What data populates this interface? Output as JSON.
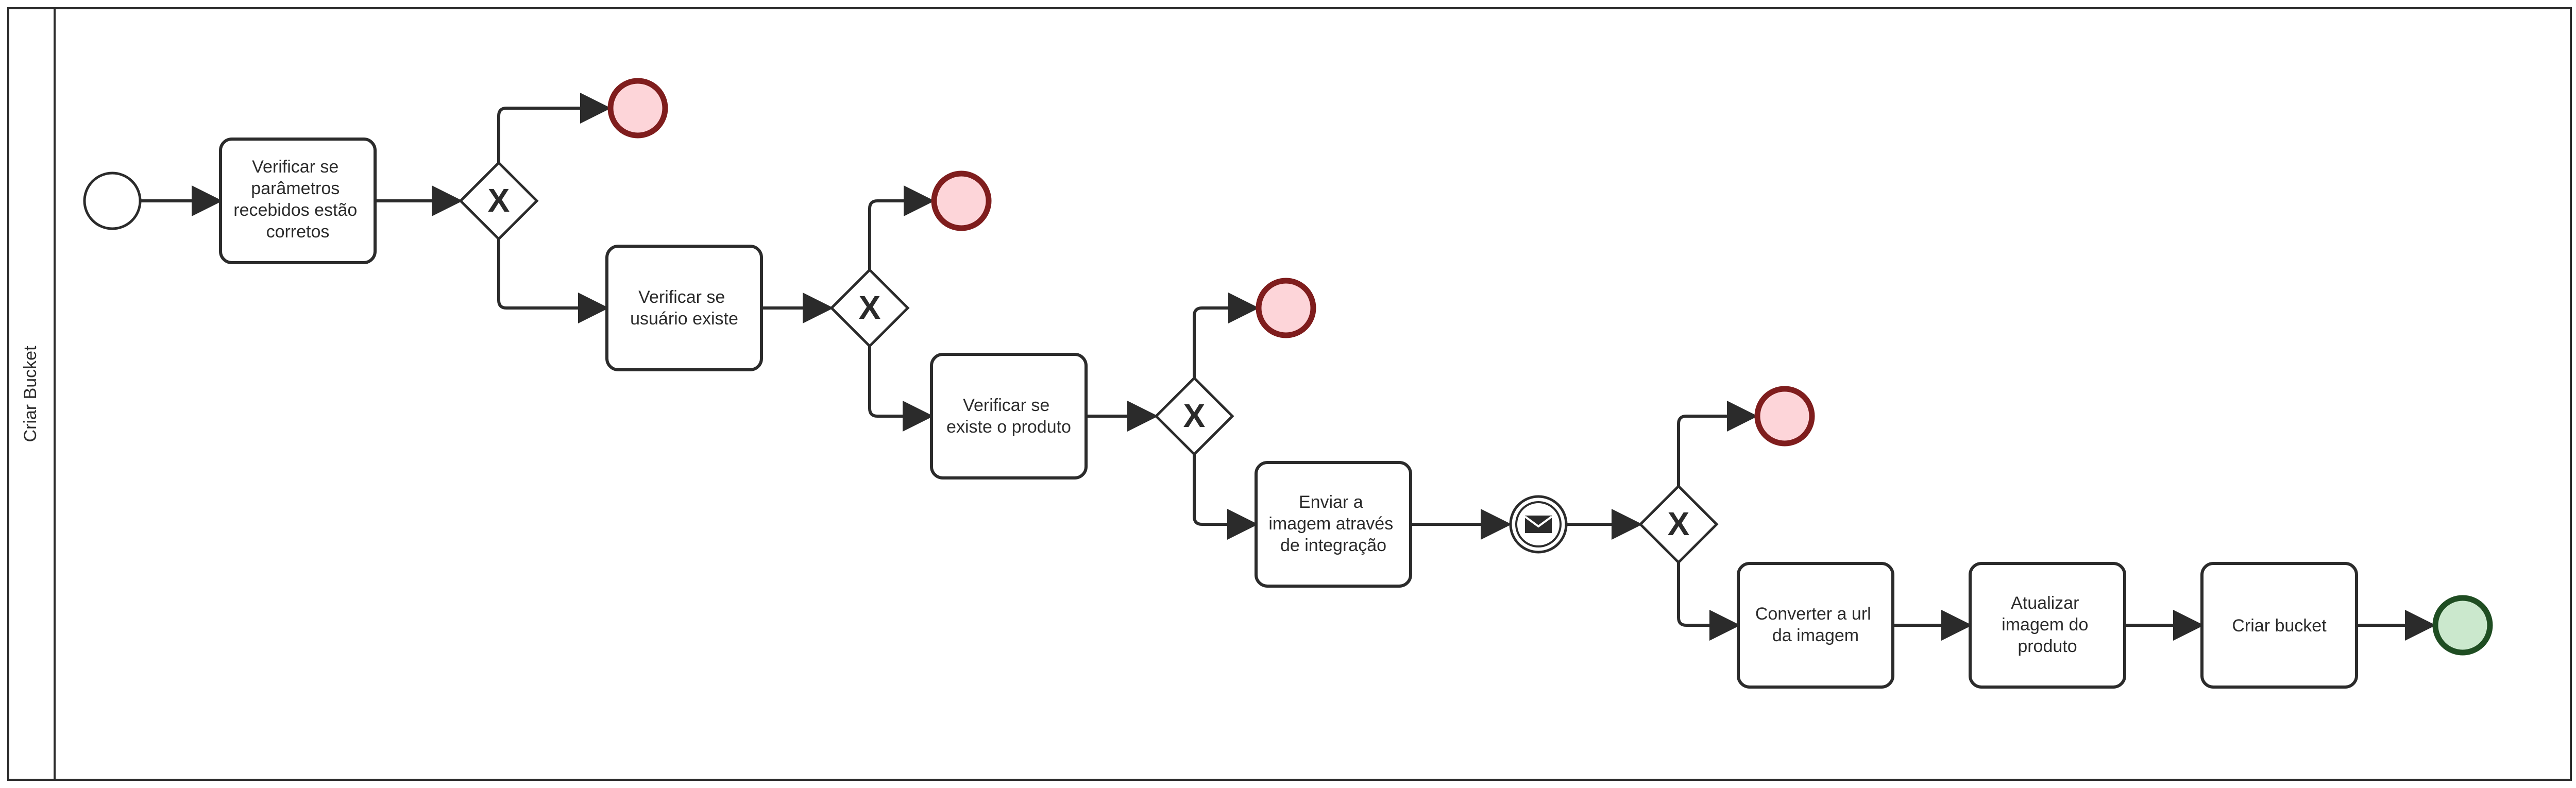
{
  "pool": {
    "label": "Criar Bucket"
  },
  "colors": {
    "stroke": "#2b2b2b",
    "end_fill": "#fdd5d9",
    "end_stroke": "#7f1d1d",
    "final_fill": "#cbe8cd",
    "final_stroke": "#1f4d22",
    "background": "#ffffff"
  },
  "tasks": [
    {
      "id": "t1",
      "lines": [
        "Verificar se",
        "parâmetros",
        "recebidos estão",
        "corretos"
      ]
    },
    {
      "id": "t2",
      "lines": [
        "Verificar se",
        "usuário existe"
      ]
    },
    {
      "id": "t3",
      "lines": [
        "Verificar se",
        "existe o produto"
      ]
    },
    {
      "id": "t4",
      "lines": [
        "Enviar a",
        "imagem através",
        "de integração"
      ]
    },
    {
      "id": "t5",
      "lines": [
        "Converter a url",
        "da imagem"
      ]
    },
    {
      "id": "t6",
      "lines": [
        "Atualizar",
        "imagem do",
        "produto"
      ]
    },
    {
      "id": "t7",
      "lines": [
        "Criar bucket"
      ]
    }
  ],
  "gateways": [
    {
      "id": "g1",
      "symbol": "X",
      "type": "exclusive"
    },
    {
      "id": "g2",
      "symbol": "X",
      "type": "exclusive"
    },
    {
      "id": "g3",
      "symbol": "X",
      "type": "exclusive"
    },
    {
      "id": "g4",
      "symbol": "X",
      "type": "exclusive"
    }
  ],
  "events": {
    "start": {
      "type": "start",
      "icon": "circle-icon"
    },
    "message": {
      "type": "intermediate-message",
      "icon": "envelope-icon"
    },
    "error_ends": [
      {
        "id": "e1",
        "type": "end"
      },
      {
        "id": "e2",
        "type": "end"
      },
      {
        "id": "e3",
        "type": "end"
      },
      {
        "id": "e4",
        "type": "end"
      }
    ],
    "final_end": {
      "type": "end"
    }
  }
}
